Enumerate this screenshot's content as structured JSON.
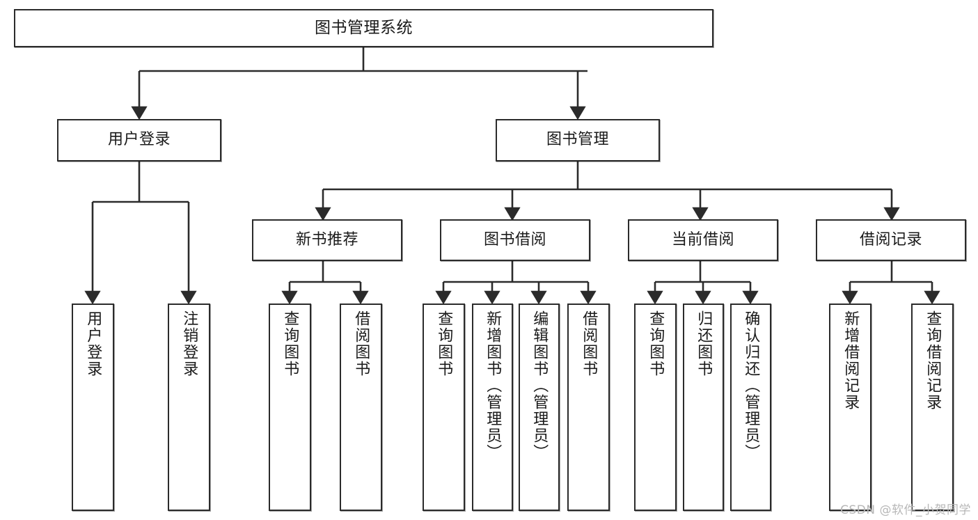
{
  "diagram": {
    "title": "图书管理系统",
    "type": "tree-hierarchy",
    "watermark": "CSDN @软件_小贺同学",
    "colors": {
      "box_border": "#2b2b2b",
      "box_fill": "#ffffff",
      "edge": "#2b2b2b",
      "text": "#1a1a1a",
      "watermark": "#b7b7b7"
    },
    "root": {
      "label": "图书管理系统"
    },
    "level2": [
      {
        "label": "用户登录"
      },
      {
        "label": "图书管理"
      }
    ],
    "level3": [
      {
        "label": "新书推荐"
      },
      {
        "label": "图书借阅"
      },
      {
        "label": "当前借阅"
      },
      {
        "label": "借阅记录"
      }
    ],
    "leaves": {
      "user_login": [
        {
          "label": "用户登录"
        },
        {
          "label": "注销登录"
        }
      ],
      "new_book_recommend": [
        {
          "label": "查询图书"
        },
        {
          "label": "借阅图书"
        }
      ],
      "book_borrow": [
        {
          "label": "查询图书"
        },
        {
          "label": "新增图书（管理员）"
        },
        {
          "label": "编辑图书（管理员）"
        },
        {
          "label": "借阅图书"
        }
      ],
      "current_borrow": [
        {
          "label": "查询图书"
        },
        {
          "label": "归还图书"
        },
        {
          "label": "确认归还（管理员）"
        }
      ],
      "borrow_record": [
        {
          "label": "新增借阅记录"
        },
        {
          "label": "查询借阅记录"
        }
      ]
    }
  }
}
